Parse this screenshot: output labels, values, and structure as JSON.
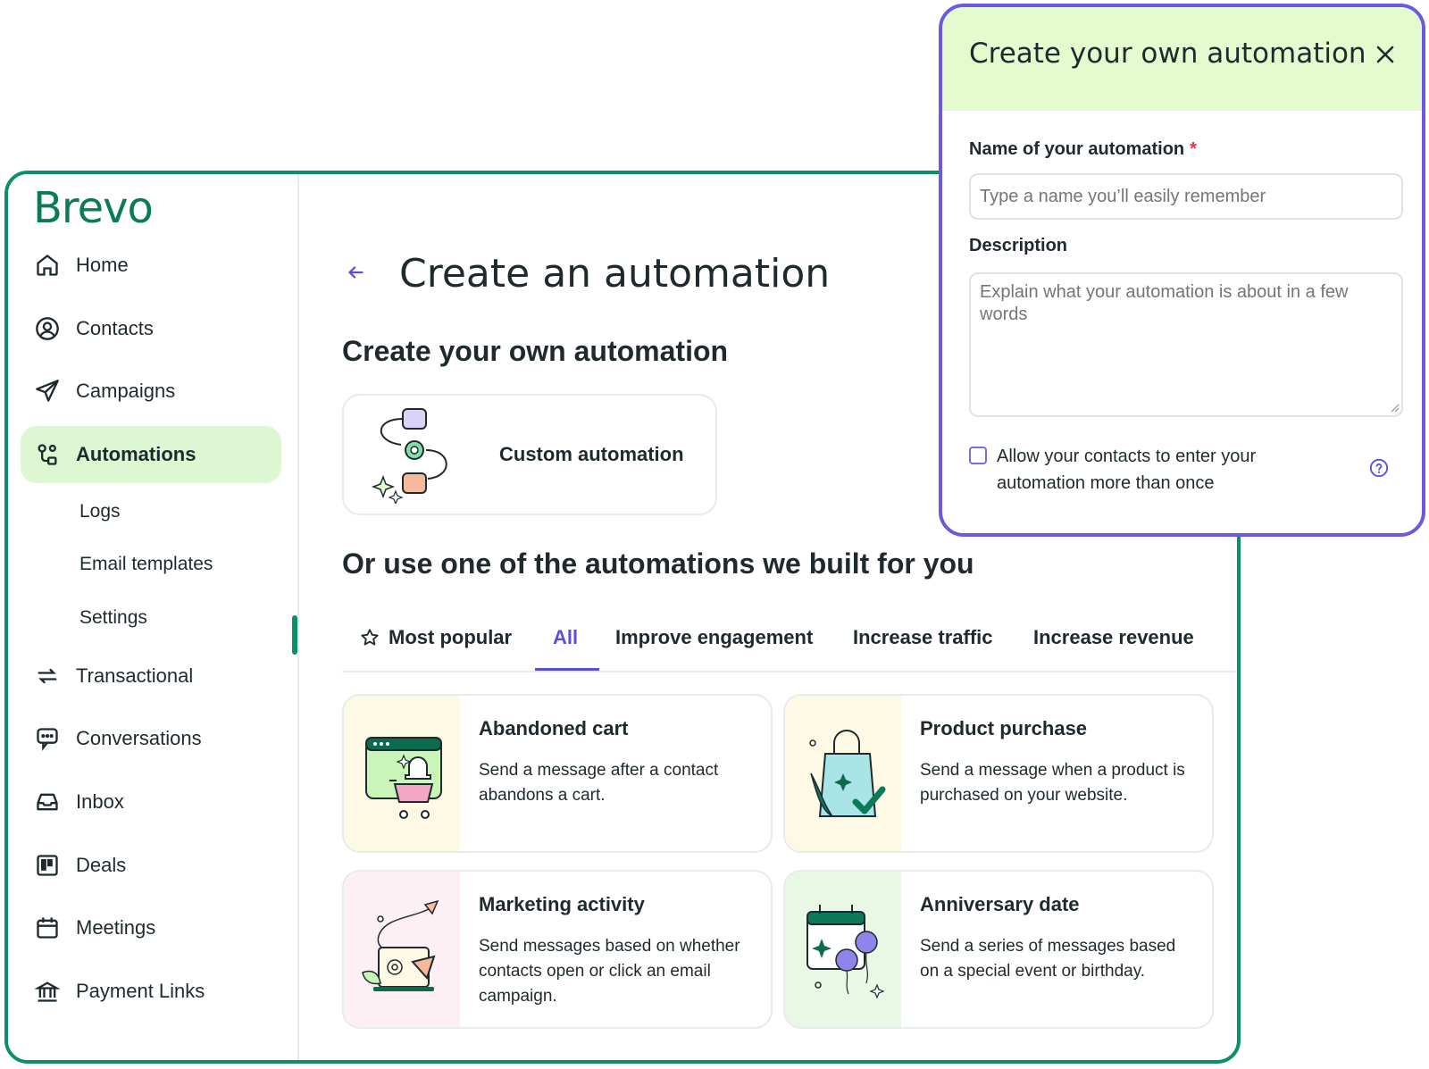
{
  "brand": {
    "logo_text": "Brevo",
    "accent": "#0e8f6b",
    "modal_accent": "#6a5ae0"
  },
  "sidebar": {
    "items": [
      {
        "label": "Home",
        "icon": "home-icon"
      },
      {
        "label": "Contacts",
        "icon": "contacts-icon"
      },
      {
        "label": "Campaigns",
        "icon": "send-icon"
      },
      {
        "label": "Automations",
        "icon": "automation-icon",
        "active": true
      },
      {
        "label": "Transactional",
        "icon": "repeat-icon"
      },
      {
        "label": "Conversations",
        "icon": "chat-icon"
      },
      {
        "label": "Inbox",
        "icon": "inbox-icon"
      },
      {
        "label": "Deals",
        "icon": "kanban-icon"
      },
      {
        "label": "Meetings",
        "icon": "calendar-icon"
      },
      {
        "label": "Payment Links",
        "icon": "bank-icon"
      }
    ],
    "subitems": [
      "Logs",
      "Email templates",
      "Settings"
    ]
  },
  "main": {
    "title": "Create an automation",
    "own_section_title": "Create your own automation",
    "custom_card_label": "Custom automation",
    "built_section_title": "Or use one of the automations we built for you",
    "tabs": [
      {
        "label": "Most popular",
        "icon": "star-icon"
      },
      {
        "label": "All",
        "active": true
      },
      {
        "label": "Improve engagement"
      },
      {
        "label": "Increase traffic"
      },
      {
        "label": "Increase revenue"
      }
    ],
    "templates": [
      {
        "title": "Abandoned cart",
        "desc": "Send a message after a contact abandons a cart."
      },
      {
        "title": "Product purchase",
        "desc": "Send a message when a product is purchased on your website."
      },
      {
        "title": "Marketing activity",
        "desc": "Send messages based on whether contacts open or click an email campaign."
      },
      {
        "title": "Anniversary date",
        "desc": "Send a series of messages based on a special event or birthday."
      }
    ]
  },
  "modal": {
    "title": "Create your own automation",
    "name_label": "Name of your automation",
    "required_mark": "*",
    "name_placeholder": "Type a name you’ll easily remember",
    "desc_label": "Description",
    "desc_placeholder": "Explain what your automation is about in a few words",
    "checkbox_label": "Allow your contacts to enter your automation more than once"
  }
}
